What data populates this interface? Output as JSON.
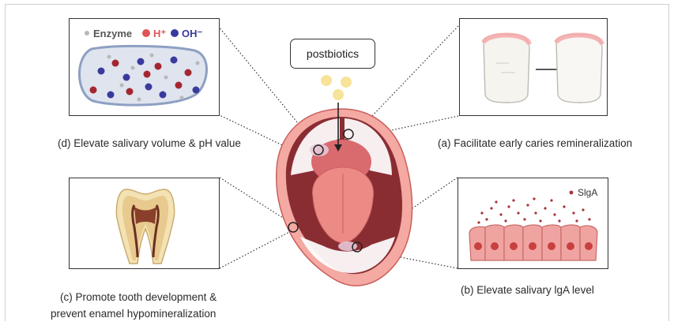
{
  "center": {
    "postbiotics_label": "postbiotics"
  },
  "panel_d": {
    "caption": "(d) Elevate salivary volume & pH value",
    "legend": {
      "enzyme": "Enzyme",
      "h_plus": "H⁺",
      "oh_minus": "OH⁻"
    }
  },
  "panel_a": {
    "caption": "(a) Facilitate early caries remineralization"
  },
  "panel_c": {
    "caption_line1": "(c) Promote tooth development &",
    "caption_line2": "prevent enamel hypomineralization"
  },
  "panel_b": {
    "caption": "(b) Elevate salivary lgA level",
    "legend_label": "SlgA"
  },
  "colors": {
    "enzyme": "#b8b8b8",
    "h_plus": "#e05457",
    "oh_minus": "#3a3a9e",
    "h_plus_dot": "#a42630",
    "saliva_fill": "#dfe4ef",
    "gum": "#ec8a86",
    "tongue": "#e0767a",
    "cell": "#f0a4a1",
    "nucleus": "#c8403f",
    "slga": "#a8323a"
  }
}
